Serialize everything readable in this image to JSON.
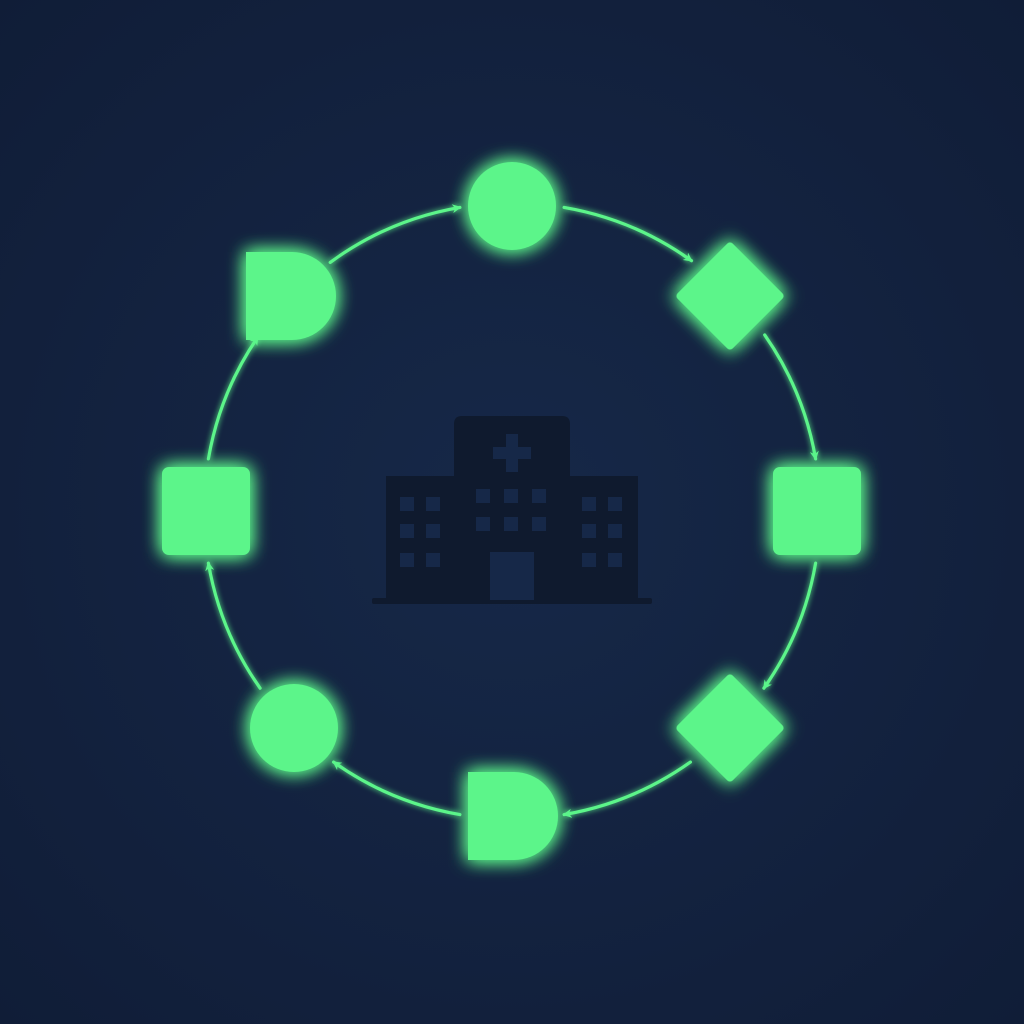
{
  "colors": {
    "background": "#13223f",
    "accent": "#5cf58a",
    "icon": "#0f1a2e"
  },
  "diagram": {
    "type": "cycle",
    "center_icon": "hospital-icon",
    "nodes": [
      {
        "id": "n1",
        "shape": "circle"
      },
      {
        "id": "n2",
        "shape": "diamond"
      },
      {
        "id": "n3",
        "shape": "square"
      },
      {
        "id": "n4",
        "shape": "diamond"
      },
      {
        "id": "n5",
        "shape": "d-shape"
      },
      {
        "id": "n6",
        "shape": "circle"
      },
      {
        "id": "n7",
        "shape": "square"
      },
      {
        "id": "n8",
        "shape": "d-shape"
      }
    ],
    "edges": [
      {
        "from": "n1",
        "to": "n2"
      },
      {
        "from": "n2",
        "to": "n3"
      },
      {
        "from": "n3",
        "to": "n4"
      },
      {
        "from": "n4",
        "to": "n5"
      },
      {
        "from": "n5",
        "to": "n6"
      },
      {
        "from": "n6",
        "to": "n7"
      },
      {
        "from": "n7",
        "to": "n8"
      },
      {
        "from": "n8",
        "to": "n1"
      }
    ]
  }
}
